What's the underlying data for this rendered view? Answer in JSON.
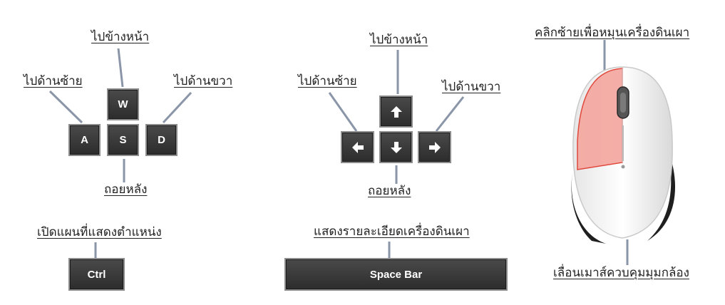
{
  "wasd": {
    "keys": {
      "w": "W",
      "a": "A",
      "s": "S",
      "d": "D"
    },
    "labels": {
      "forward": "ไปข้างหน้า",
      "left": "ไปด้านซ้าย",
      "right": "ไปด้านขวา",
      "back": "ถอยหลัง"
    }
  },
  "arrows": {
    "keys": {
      "up": "arrow-up-icon",
      "left": "arrow-left-icon",
      "down": "arrow-down-icon",
      "right": "arrow-right-icon"
    },
    "labels": {
      "forward": "ไปข้างหน้า",
      "left": "ไปด้านซ้าย",
      "right": "ไปด้านขวา",
      "back": "ถอยหลัง"
    }
  },
  "ctrl": {
    "key": "Ctrl",
    "label": "เปิดแผนที่แสดงตำแหน่ง"
  },
  "space": {
    "key": "Space Bar",
    "label": "แสดงรายละเอียดเครื่องดินเผา"
  },
  "mouse": {
    "top_label": "คลิกซ้ายเพื่อหมุนเครื่องดินเผา",
    "bottom_label": "เลื่อนเมาส์ควบคุมมุมกล้อง",
    "highlight_color": "#f4a8a0",
    "highlight_border": "#e03b2e"
  },
  "colors": {
    "key_bg": "#333333",
    "key_border": "#8c8c8c",
    "line": "#8a96a8"
  }
}
